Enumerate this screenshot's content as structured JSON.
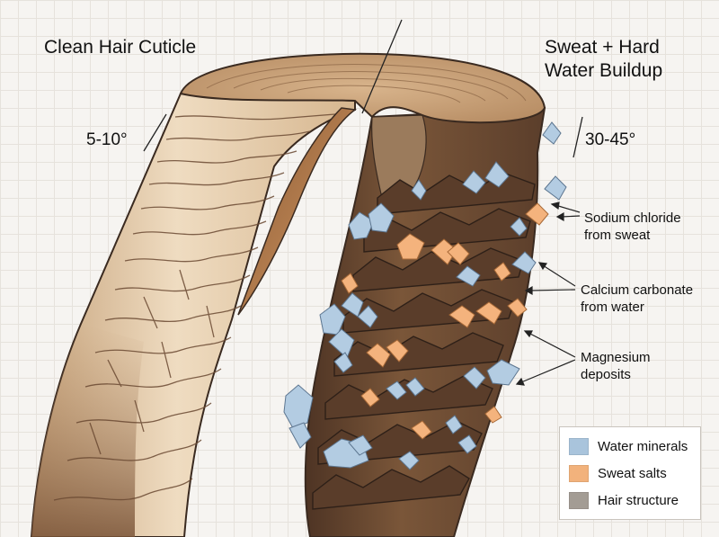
{
  "titles": {
    "left": "Clean Hair Cuticle",
    "right_line1": "Sweat + Hard",
    "right_line2": "Water Buildup"
  },
  "angles": {
    "left": "5-10°",
    "right": "30-45°"
  },
  "callouts": [
    {
      "line1": "Sodium chloride",
      "line2": "from sweat"
    },
    {
      "line1": "Calcium carbonate",
      "line2": "from water"
    },
    {
      "line1": "Magnesium",
      "line2": "deposits"
    }
  ],
  "legend": [
    {
      "label": "Water minerals",
      "color": "#a9c4dc"
    },
    {
      "label": "Sweat salts",
      "color": "#f2b27c"
    },
    {
      "label": "Hair structure",
      "color": "#a39c94"
    }
  ],
  "colors": {
    "clean_cuticle": "#ead3b3",
    "damaged_shaft": "#6b4a33",
    "cross_section": "#c9a27b",
    "outline": "#3a2a20"
  }
}
